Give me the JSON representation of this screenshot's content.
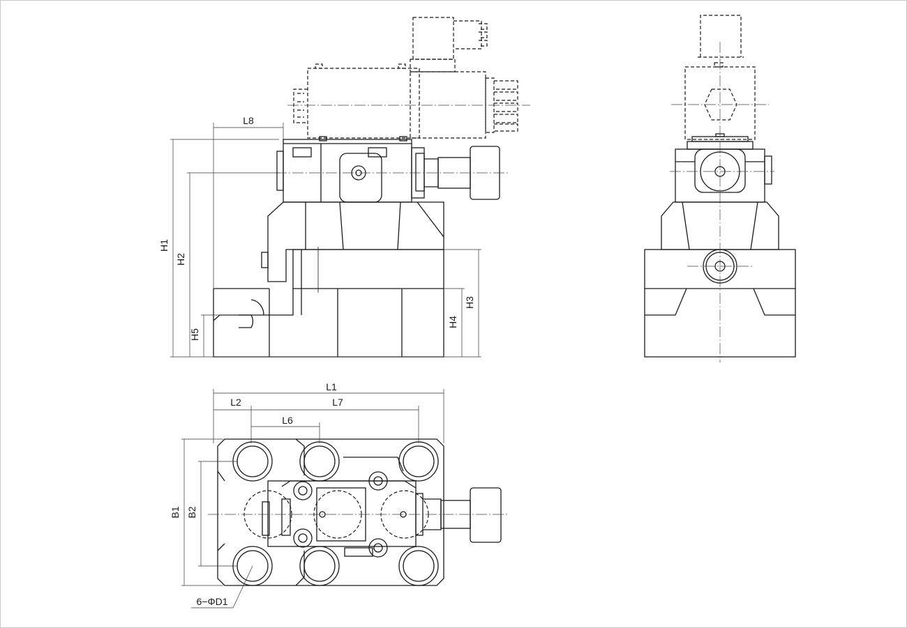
{
  "labels": {
    "H1": "H1",
    "H2": "H2",
    "H3": "H3",
    "H4": "H4",
    "H5": "H5",
    "L1": "L1",
    "L2": "L2",
    "L6": "L6",
    "L7": "L7",
    "L8": "L8",
    "B1": "B1",
    "B2": "B2",
    "D1": "6−ΦD1"
  }
}
